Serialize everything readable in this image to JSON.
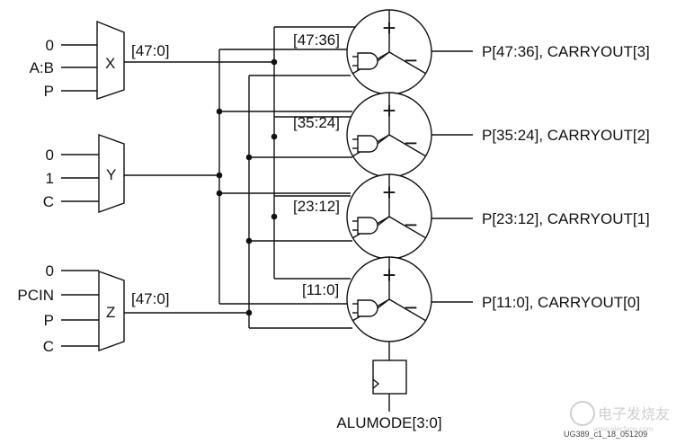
{
  "muxes": {
    "x": {
      "label": "X",
      "inputs": [
        "0",
        "A:B",
        "P"
      ],
      "bus": "[47:0]"
    },
    "y": {
      "label": "Y",
      "inputs": [
        "0",
        "1",
        "C"
      ]
    },
    "z": {
      "label": "Z",
      "inputs": [
        "0",
        "PCIN",
        "P",
        "C"
      ],
      "bus": "[47:0]"
    }
  },
  "adders": [
    {
      "slice": "[47:36]",
      "output": "P[47:36], CARRYOUT[3]",
      "symbols": [
        "+",
        "−"
      ]
    },
    {
      "slice": "[35:24]",
      "output": "P[35:24], CARRYOUT[2]",
      "symbols": [
        "+",
        "−"
      ]
    },
    {
      "slice": "[23:12]",
      "output": "P[23:12], CARRYOUT[1]",
      "symbols": [
        "+",
        "−"
      ]
    },
    {
      "slice": "[11:0]",
      "output": "P[11:0], CARRYOUT[0]",
      "symbols": [
        "+",
        "−"
      ]
    }
  ],
  "register": {
    "label": "ALUMODE[3:0]"
  },
  "footer": {
    "code": "UG389_c1_18_051209"
  },
  "watermark": {
    "text": "电子发烧友",
    "url": "www.elecfans.com"
  },
  "colors": {
    "line": "#111111",
    "background": "#ffffff",
    "watermark": "#aaaaaa"
  }
}
